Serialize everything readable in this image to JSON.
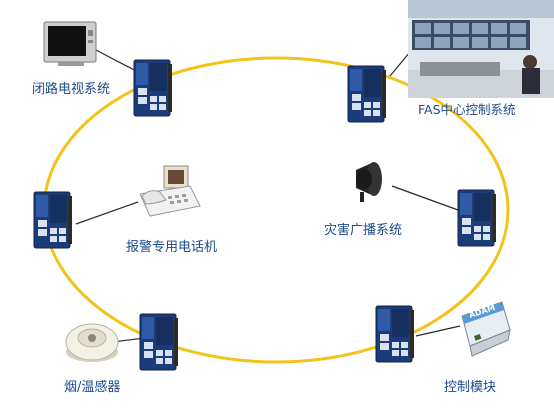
{
  "diagram": {
    "ring_color": "#f2c319",
    "switch_color": "#1e3f7a",
    "label_color": "#1c4a8c",
    "labels": {
      "cctv": "闭路电视系统",
      "fas": "FAS中心控制系统",
      "alarm_phone": "报警专用电话机",
      "broadcast": "灾害广播系统",
      "smoke_temp": "烟/温感器",
      "control_module": "控制模块",
      "adam": "ADAM"
    }
  }
}
